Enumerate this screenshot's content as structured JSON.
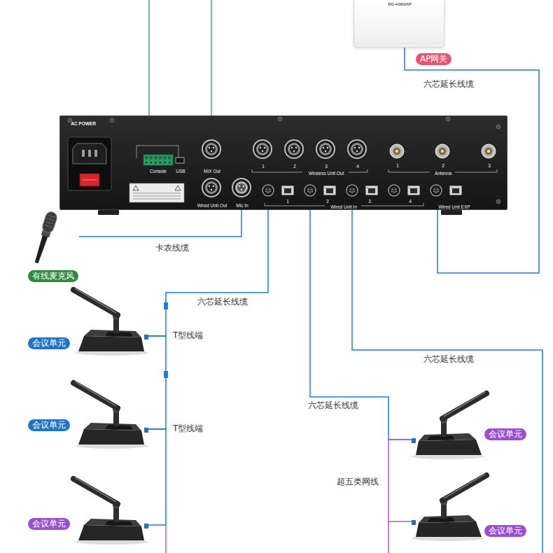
{
  "diagram": {
    "nodes": [
      {
        "text": [
          "DG-H300AP",
          "AP网关"
        ]
      },
      {
        "text": [
          "AC POWER",
          "Console",
          "USB",
          "MIX Out",
          "Wireless Unit Out",
          "1",
          "2",
          "3",
          "4",
          "Antenna",
          "1",
          "2",
          "3",
          "Wired Unit Out",
          "Mic In",
          "Wired Unit In",
          "1",
          "2",
          "3",
          "4",
          "Wired Unit EXP",
          "CAUTION"
        ]
      },
      {
        "text": [
          "有线麦克风"
        ]
      },
      {
        "text": [
          "会议单元"
        ]
      },
      {
        "text": [
          "会议单元"
        ]
      },
      {
        "text": [
          "会议单元"
        ]
      },
      {
        "text": [
          "会议单元"
        ]
      },
      {
        "text": [
          "会议单元"
        ]
      }
    ],
    "edges": [
      {
        "from": 0,
        "to": 1,
        "arrow": "none",
        "label": "六芯延长线缆"
      },
      {
        "from": 1,
        "to": 2,
        "arrow": "none",
        "label": "卡农线缆"
      },
      {
        "from": 1,
        "to": 3,
        "arrow": "none",
        "label": "六芯延长线缆"
      },
      {
        "from": 3,
        "to": 4,
        "arrow": "none"
      },
      {
        "from": 4,
        "to": 5,
        "arrow": "none"
      },
      {
        "from": 1,
        "to": 6,
        "arrow": "none",
        "label": "六芯延长线缆"
      },
      {
        "from": 6,
        "to": 7,
        "arrow": "none",
        "label": "超五类网线"
      }
    ],
    "labels": [
      "T型线端",
      "T型线端",
      "六芯延长线缆"
    ]
  }
}
